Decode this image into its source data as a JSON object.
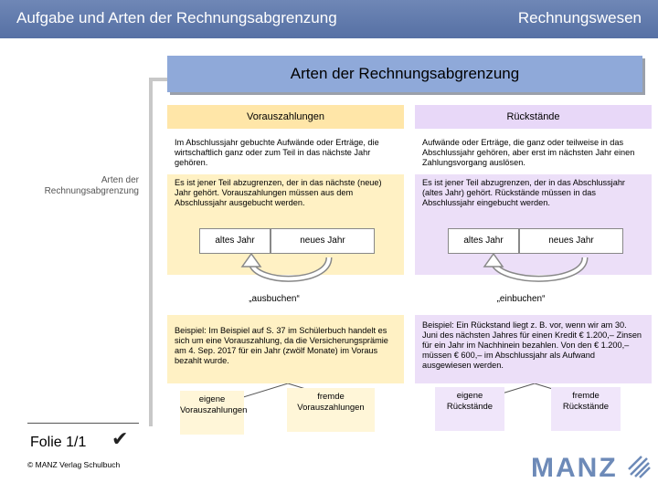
{
  "header": {
    "title": "Aufgabe und Arten der Rechnungsabgrenzung",
    "section": "Rechnungswesen"
  },
  "banner": {
    "title": "Arten der Rechnungsabgrenzung"
  },
  "sidebar": {
    "label_line1": "Arten der",
    "label_line2": "Rechnungsabgrenzung",
    "slide_label": "Folie 1/1",
    "check_glyph": "✔",
    "copyright": "© MANZ Verlag Schulbuch"
  },
  "left": {
    "header": "Vorauszahlungen",
    "definition": "Im Abschlussjahr gebuchte Aufwände oder Erträge, die wirtschaftlich ganz oder zum Teil in das nächste Jahr gehören.",
    "rule": "Es ist jener Teil abzugrenzen, der in das nächste (neue) Jahr gehört. Vorauszahlungen müssen aus dem Abschlussjahr ausgebucht werden.",
    "box_old": "altes Jahr",
    "box_new": "neues Jahr",
    "arrow_label": "„ausbuchen“",
    "example": "Beispiel: Im Beispiel auf S. 37 im Schülerbuch handelt es sich um eine Vorauszahlung, da die Versicherungsprämie am 4. Sep. 2017 für ein Jahr (zwölf Monate) im Voraus bezahlt wurde.",
    "sub_left": "eigene Vorauszahlungen",
    "sub_right": "fremde Vorauszahlungen"
  },
  "right": {
    "header": "Rückstände",
    "definition": "Aufwände oder Erträge, die ganz oder teilweise in das Abschlussjahr gehören, aber erst im nächsten Jahr einen Zahlungsvorgang auslösen.",
    "rule": "Es ist jener Teil abzugrenzen, der in das Abschlussjahr (altes Jahr) gehört. Rückstände müssen in das Abschlussjahr eingebucht werden.",
    "box_old": "altes Jahr",
    "box_new": "neues Jahr",
    "arrow_label": "„einbuchen“",
    "example": "Beispiel: Ein Rückstand liegt z. B. vor, wenn wir am 30. Juni des nächsten Jahres für einen Kredit € 1.200,– Zinsen für ein Jahr im Nachhinein bezahlen. Von den € 1.200,– müssen € 600,– im Abschlussjahr als Aufwand ausgewiesen werden.",
    "sub_left": "eigene Rückstände",
    "sub_right": "fremde Rückstände"
  },
  "logo": {
    "text": "MANZ"
  },
  "colors": {
    "topbar": "#5f78ab",
    "banner": "#8fa9d9",
    "yellow_panel": "#fff1c4",
    "purple_panel": "#ecdff8",
    "logo": "#6d8ab8"
  }
}
